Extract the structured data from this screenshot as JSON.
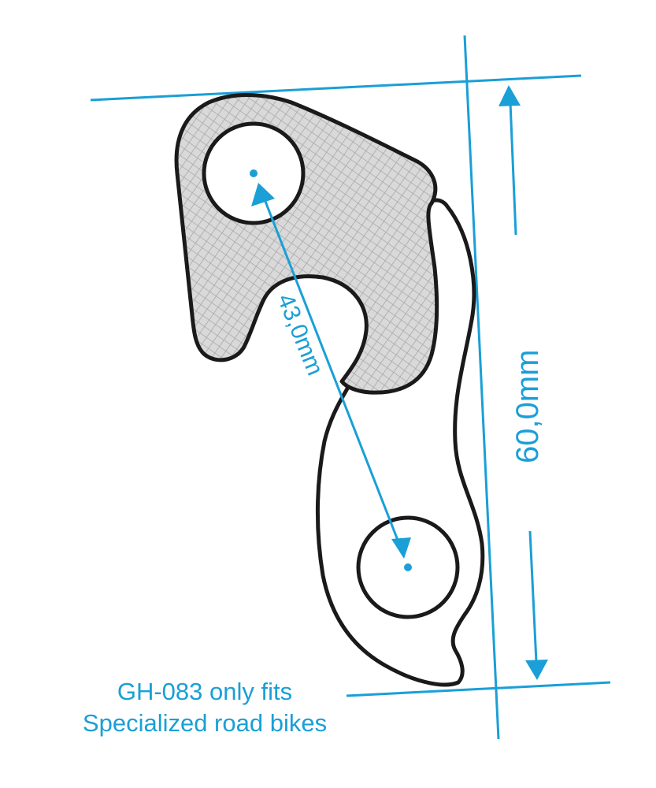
{
  "diagram": {
    "subject": "derailleur hanger outline",
    "part_number": "GH-083",
    "accent_color": "#1a9fd6",
    "outline_color": "#1a1a1a",
    "fill_color": "#d4d4d4",
    "dimensions": {
      "hole_to_hole": {
        "label": "43,0mm",
        "value_mm": 43.0
      },
      "overall_height": {
        "label": "60,0mm",
        "value_mm": 60.0
      }
    },
    "caption": {
      "line1": "GH-083 only fits",
      "line2": "Specialized road bikes"
    }
  }
}
